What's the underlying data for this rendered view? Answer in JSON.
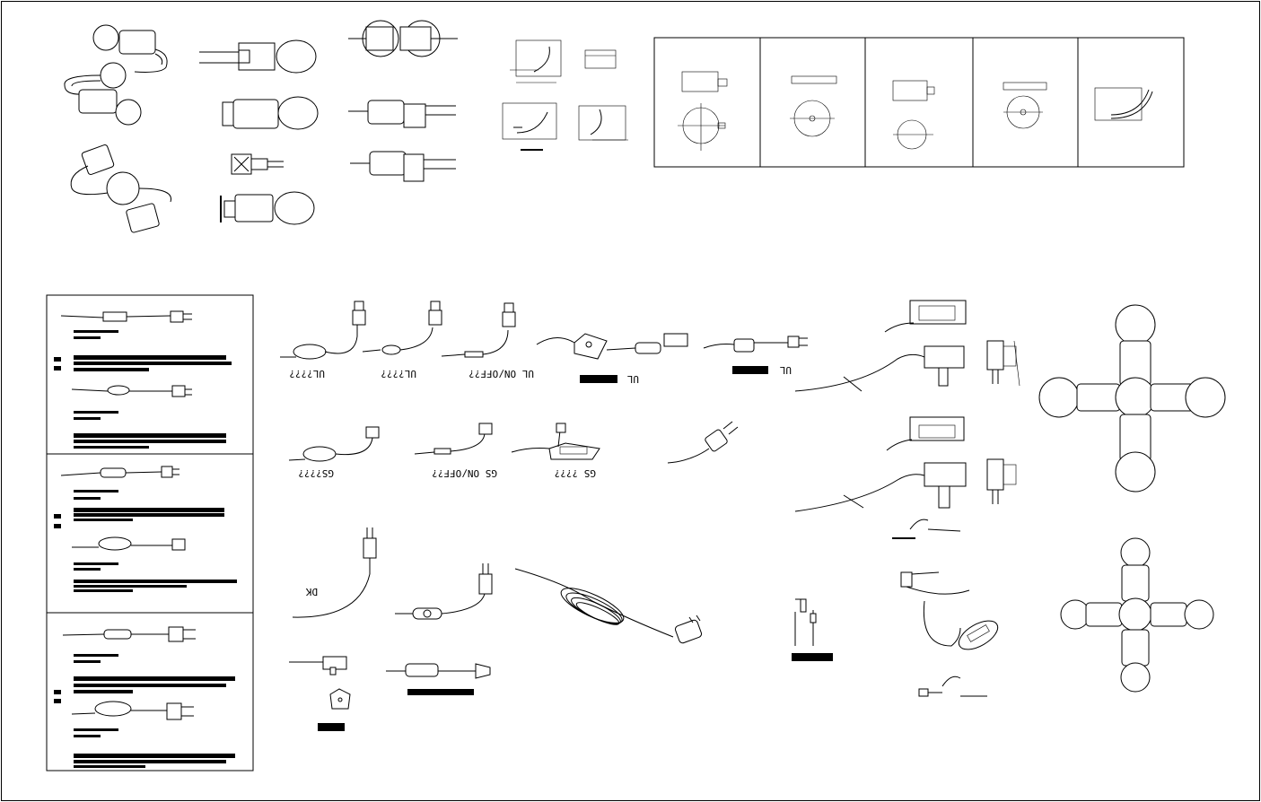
{
  "labels": {
    "ul_1": "UL????",
    "ul_2": "UL????",
    "ul_onoff": "UL ON/OFF??",
    "ul_inline": "UL",
    "ul_inline2": "UL",
    "gs_1": "GS????",
    "gs_onoff": "GS ON/OFF??",
    "gs_3": "GS ????",
    "dk": "DK"
  },
  "colors": {
    "line": "#000000",
    "background": "#ffffff"
  }
}
